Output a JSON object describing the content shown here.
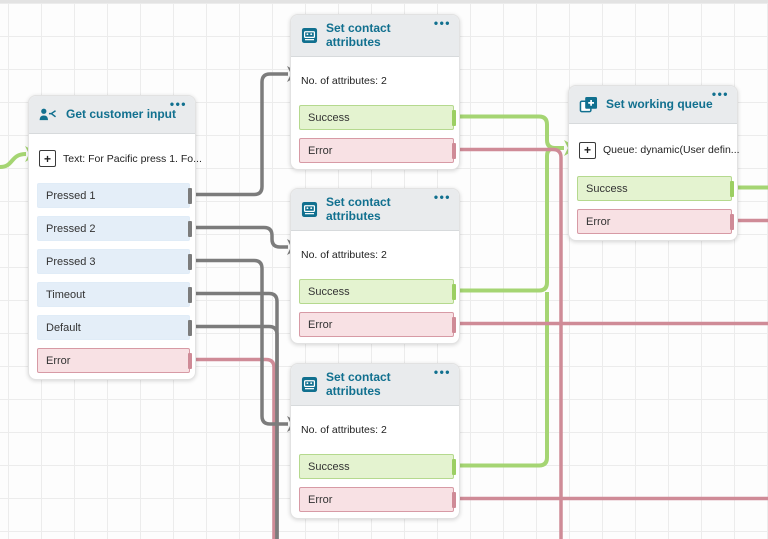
{
  "icons": {
    "plus": "+",
    "menu_ellipsis": "•••"
  },
  "colors": {
    "accent_title": "#11708f",
    "wire_neutral": "#7c7c7c",
    "wire_success": "#a5d573",
    "wire_error": "#cf8b97",
    "row_neutral_bg": "#e4eef8",
    "row_success_bg": "#e4f3d0",
    "row_success_border": "#b5d98e",
    "row_error_bg": "#f8e1e4",
    "row_error_border": "#d79aa5",
    "header_bg": "#e9ebed"
  },
  "blocks": {
    "gci": {
      "title": "Get customer input",
      "description": "Text: For Pacific press 1. Fo...",
      "outputs": [
        {
          "label": "Pressed 1",
          "type": "neutral"
        },
        {
          "label": "Pressed 2",
          "type": "neutral"
        },
        {
          "label": "Pressed 3",
          "type": "neutral"
        },
        {
          "label": "Timeout",
          "type": "neutral"
        },
        {
          "label": "Default",
          "type": "neutral"
        },
        {
          "label": "Error",
          "type": "error"
        }
      ]
    },
    "sca1": {
      "title": "Set contact attributes",
      "description": "No. of attributes: 2",
      "outputs": [
        {
          "label": "Success",
          "type": "success"
        },
        {
          "label": "Error",
          "type": "error"
        }
      ]
    },
    "sca2": {
      "title": "Set contact attributes",
      "description": "No. of attributes: 2",
      "outputs": [
        {
          "label": "Success",
          "type": "success"
        },
        {
          "label": "Error",
          "type": "error"
        }
      ]
    },
    "sca3": {
      "title": "Set contact attributes",
      "description": "No. of attributes: 2",
      "outputs": [
        {
          "label": "Success",
          "type": "success"
        },
        {
          "label": "Error",
          "type": "error"
        }
      ]
    },
    "swq": {
      "title": "Set working queue",
      "description": "Queue: dynamic(User defin...",
      "outputs": [
        {
          "label": "Success",
          "type": "success"
        },
        {
          "label": "Error",
          "type": "error"
        }
      ]
    }
  }
}
